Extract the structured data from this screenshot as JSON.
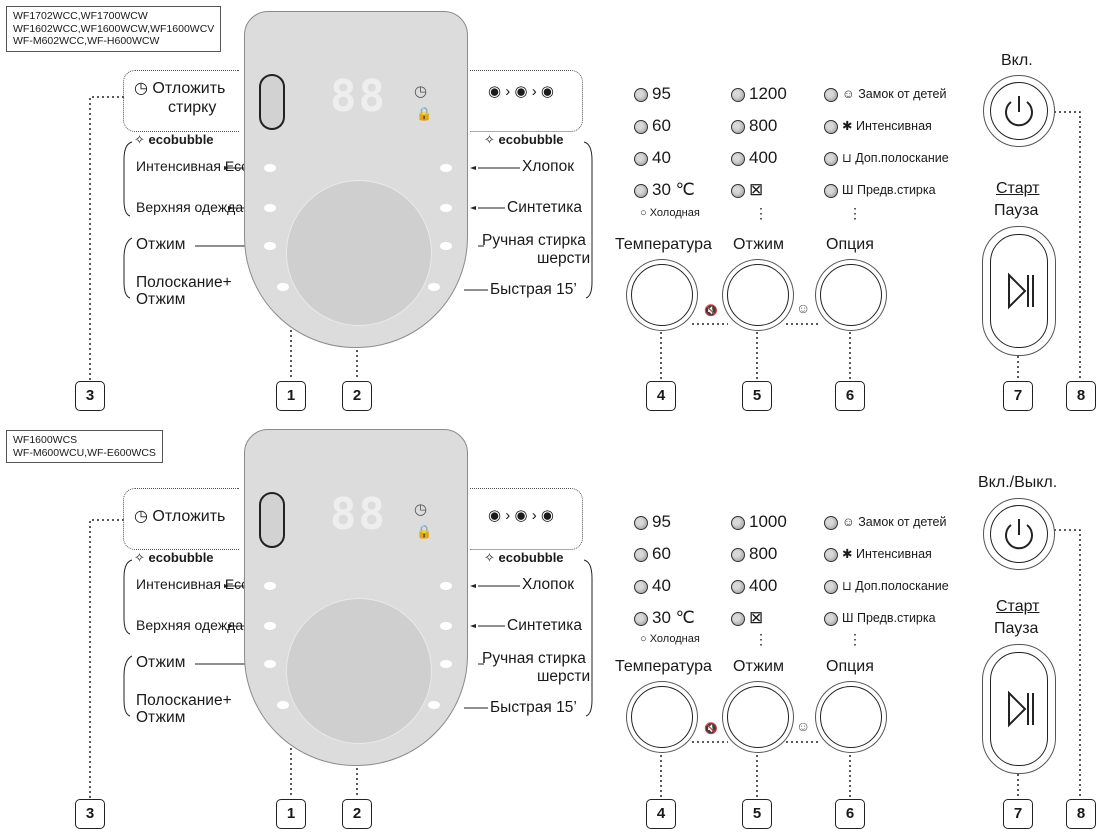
{
  "panels": [
    {
      "models": [
        "WF1702WCC,WF1700WCW",
        "WF1602WCC,WF1600WCW,WF1600WCV",
        "WF-M602WCC,WF-H600WCW"
      ],
      "delay_label_1": "Отложить",
      "delay_label_2": "стирку",
      "eco_left": "ecobubble",
      "eco_right": "ecobubble",
      "left_programs": [
        "Интенсивная Eco",
        "Верхняя одежда",
        "Отжим",
        "Полоскание+",
        "Отжим"
      ],
      "right_programs": [
        "Хлопок",
        "Синтетика",
        "Ручная стирка",
        "шерсти",
        "Быстрая 15’"
      ],
      "display": "88",
      "temps": [
        "95",
        "60",
        "40",
        "30 ℃"
      ],
      "cold": "Холодная",
      "spins": [
        "1200",
        "800",
        "400",
        "⊠"
      ],
      "options": [
        "Замок от детей",
        "Интенсивная",
        "Доп.полоскание",
        "Предв.стирка"
      ],
      "btn_temp": "Температура",
      "btn_spin": "Отжим",
      "btn_option": "Опция",
      "power_label": "Вкл.",
      "start_label": "Старт",
      "pause_label": "Пауза",
      "numbers": [
        "3",
        "1",
        "2",
        "4",
        "5",
        "6",
        "7",
        "8"
      ]
    },
    {
      "models": [
        "WF1600WCS",
        "WF-M600WCU,WF-E600WCS"
      ],
      "delay_label_1": "Отложить",
      "delay_label_2": "",
      "eco_left": "ecobubble",
      "eco_right": "ecobubble",
      "left_programs": [
        "Интенсивная Eco",
        "Верхняя одежда",
        "Отжим",
        "Полоскание+",
        "Отжим"
      ],
      "right_programs": [
        "Хлопок",
        "Синтетика",
        "Ручная стирка",
        "шерсти",
        "Быстрая 15’"
      ],
      "display": "88",
      "temps": [
        "95",
        "60",
        "40",
        "30 ℃"
      ],
      "cold": "Холодная",
      "spins": [
        "1000",
        "800",
        "400",
        "⊠"
      ],
      "options": [
        "Замок от детей",
        "Интенсивная",
        "Доп.полоскание",
        "Предв.стирка"
      ],
      "btn_temp": "Температура",
      "btn_spin": "Отжим",
      "btn_option": "Опция",
      "power_label": "Вкл./Выкл.",
      "start_label": "Старт",
      "pause_label": "Пауза",
      "numbers": [
        "3",
        "1",
        "2",
        "4",
        "5",
        "6",
        "7",
        "8"
      ]
    }
  ]
}
